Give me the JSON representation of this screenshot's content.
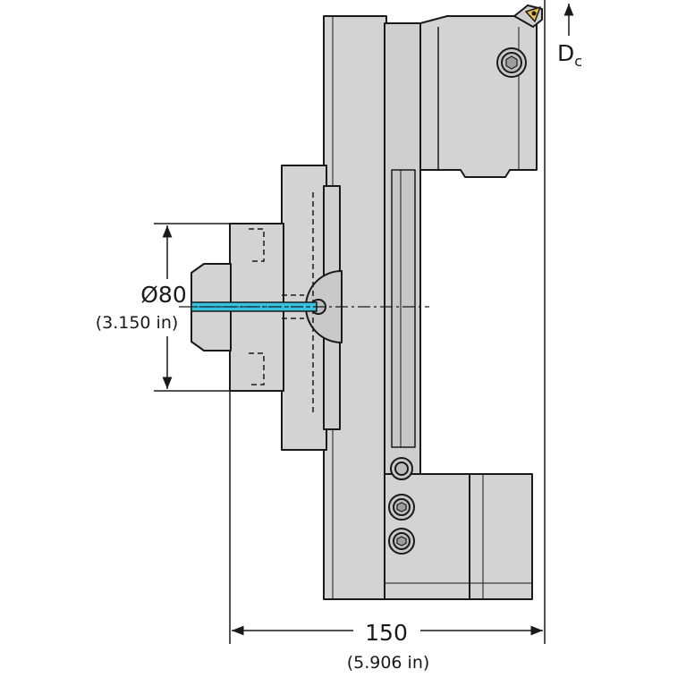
{
  "dimensions": {
    "diameter": {
      "value": "Ø80",
      "imperial": "(3.150 in)"
    },
    "length": {
      "value": "150",
      "imperial": "(5.906 in)"
    },
    "cutting_diameter": {
      "letter": "D",
      "subscript": "c"
    }
  },
  "colors": {
    "body": "#d3d3d3",
    "body_dark": "#bdbdbd",
    "outline": "#1a1a1a",
    "coolant": "#35c3e0",
    "insert": "#e8c04a"
  }
}
